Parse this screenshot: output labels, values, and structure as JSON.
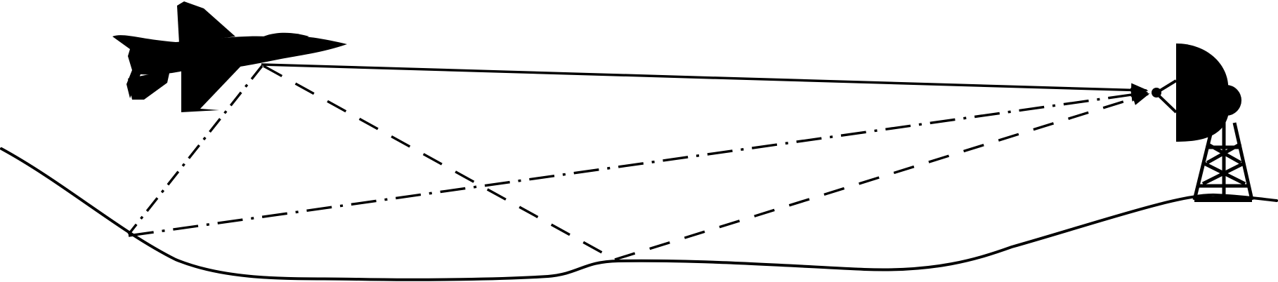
{
  "diagram": {
    "elements": [
      {
        "name": "aircraft-icon",
        "kind": "icon"
      },
      {
        "name": "radar-station-icon",
        "kind": "icon"
      },
      {
        "name": "terrain-profile",
        "kind": "curve"
      }
    ],
    "signal_paths": [
      {
        "name": "direct-path",
        "style": "solid",
        "from": "aircraft",
        "to": "radar-station"
      },
      {
        "name": "ground-bounce-path-dashdot",
        "style": "dash-dot",
        "from": "aircraft",
        "via": "terrain",
        "to": "radar-station"
      },
      {
        "name": "ground-bounce-path-dashed",
        "style": "dashed",
        "from": "aircraft",
        "via": "terrain",
        "to": "radar-station"
      }
    ],
    "colors": {
      "stroke": "#000000",
      "background": "#ffffff"
    }
  }
}
